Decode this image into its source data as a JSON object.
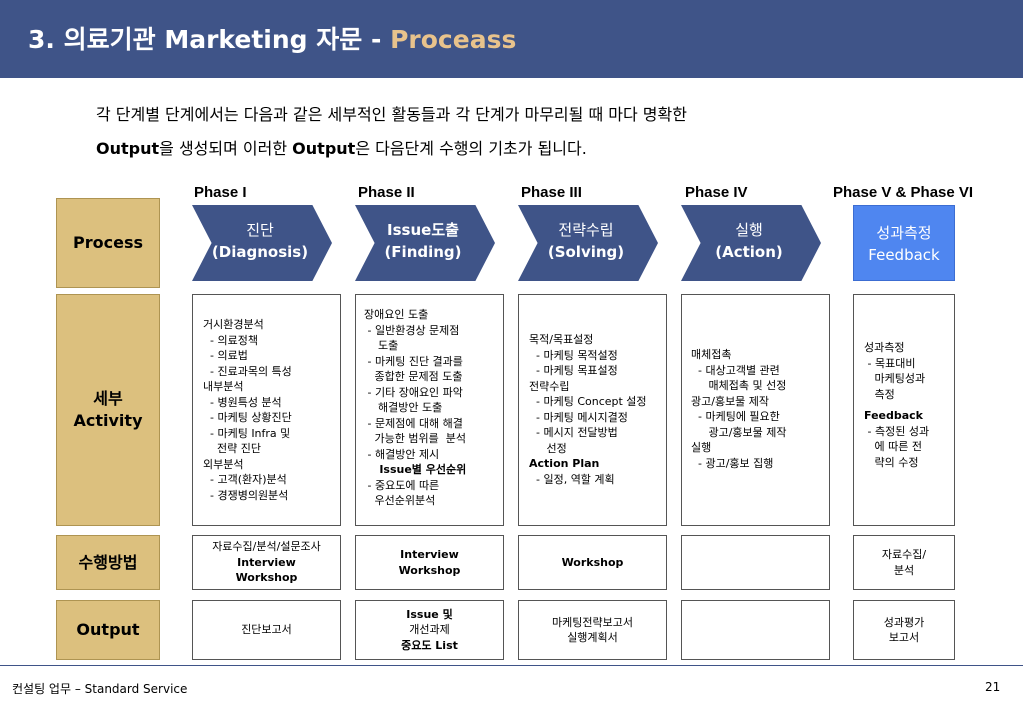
{
  "header": {
    "title_number": "3.",
    "title_korean": "의료기관",
    "title_english": "Marketing",
    "title_suffix": "자문 -",
    "title_accent": "Proceass",
    "bg_color": "#3f5488",
    "accent_color": "#e8c38c"
  },
  "intro": {
    "line1": "각 단계별 단계에서는 다음과 같은 세부적인 활동들과 각 단계가 마무리될 때 마다 명확한",
    "line2_bold1": "Output",
    "line2_mid": "을 생성되며 이러한 ",
    "line2_bold2": "Output",
    "line2_end": "은 다음단계 수행의 기초가 됩니다."
  },
  "phases": [
    {
      "label": "Phase I",
      "name": "진단",
      "sub": "(Diagnosis)"
    },
    {
      "label": "Phase II",
      "name": "Issue도출",
      "sub": "(Finding)"
    },
    {
      "label": "Phase III",
      "name": "전략수립",
      "sub": "(Solving)"
    },
    {
      "label": "Phase IV",
      "name": "실행",
      "sub": "(Action)"
    },
    {
      "label": "Phase V & Phase VI",
      "name": "성과측정",
      "sub": "Feedback"
    }
  ],
  "row_labels": {
    "process": "Process",
    "activity_kr": "세부",
    "activity_en": "Activity",
    "method": "수행방법",
    "output": "Output"
  },
  "activity": [
    [
      "거시환경분석",
      "  - 의료정책",
      "  - 의료법",
      "  - 진료과목의 특성",
      "내부분석",
      "  - 병원특성 분석",
      "  - 마케팅 상황진단",
      "  - 마케팅 Infra 및",
      "    전략 진단",
      "외부분석",
      "  - 고객(환자)분석",
      "  - 경쟁병의원분석"
    ],
    [
      "장애요인 도출",
      " - 일반환경상 문제점",
      "    도출",
      " - 마케팅 진단 결과를",
      "   종합한 문제점 도출",
      " - 기타 장애요인 파악",
      "    해결방안 도출",
      " - 문제점에 대해 해결",
      "   가능한 범위를  분석",
      " - 해결방안 제시",
      "    Issue별 우선순위",
      " - 중요도에 따른",
      "   우선순위분석"
    ],
    [
      "목적/목표설정",
      "  - 마케팅 목적설정",
      "  - 마케팅 목표설정",
      "전략수립",
      "  - 마케팅 Concept 설정",
      "  - 마케팅 메시지결정",
      "  - 메시지 전달방법",
      "     선정",
      "Action Plan",
      "  - 일정, 역할 계획"
    ],
    [
      "매체접촉",
      "  - 대상고객별 관련",
      "     매체접촉 및 선정",
      "광고/홍보물 제작",
      "  - 마케팅에 필요한",
      "     광고/홍보물 제작",
      "실행",
      "  - 광고/홍보 집행"
    ],
    [
      "성과측정",
      " - 목표대비",
      "   마케팅성과",
      "   측정",
      "",
      "Feedback",
      " - 측정된 성과",
      "   에 따른 전",
      "   략의 수정"
    ]
  ],
  "methods": [
    [
      "자료수집/분석/설문조사",
      "Interview",
      "Workshop"
    ],
    [
      "Interview",
      "Workshop"
    ],
    [
      "Workshop"
    ],
    [],
    [
      "자료수집/",
      "분석"
    ]
  ],
  "outputs": [
    [
      "진단보고서"
    ],
    [
      "Issue 및",
      "개선과제",
      "중요도 List"
    ],
    [
      "마케팅전략보고서",
      "실행계획서"
    ],
    [],
    [
      "성과평가",
      "보고서"
    ]
  ],
  "footer": {
    "left": "컨설팅 업무 – Standard Service",
    "page": "21"
  }
}
